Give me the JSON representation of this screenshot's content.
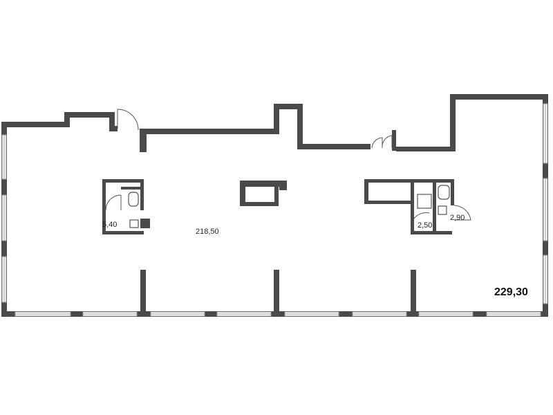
{
  "plan": {
    "total_area": "229,30",
    "rooms": [
      {
        "id": "main-hall",
        "area": "218,50"
      },
      {
        "id": "wc-left",
        "area": "5,40"
      },
      {
        "id": "wc-right-a",
        "area": "2,50"
      },
      {
        "id": "wc-right-b",
        "area": "2,90"
      }
    ]
  }
}
